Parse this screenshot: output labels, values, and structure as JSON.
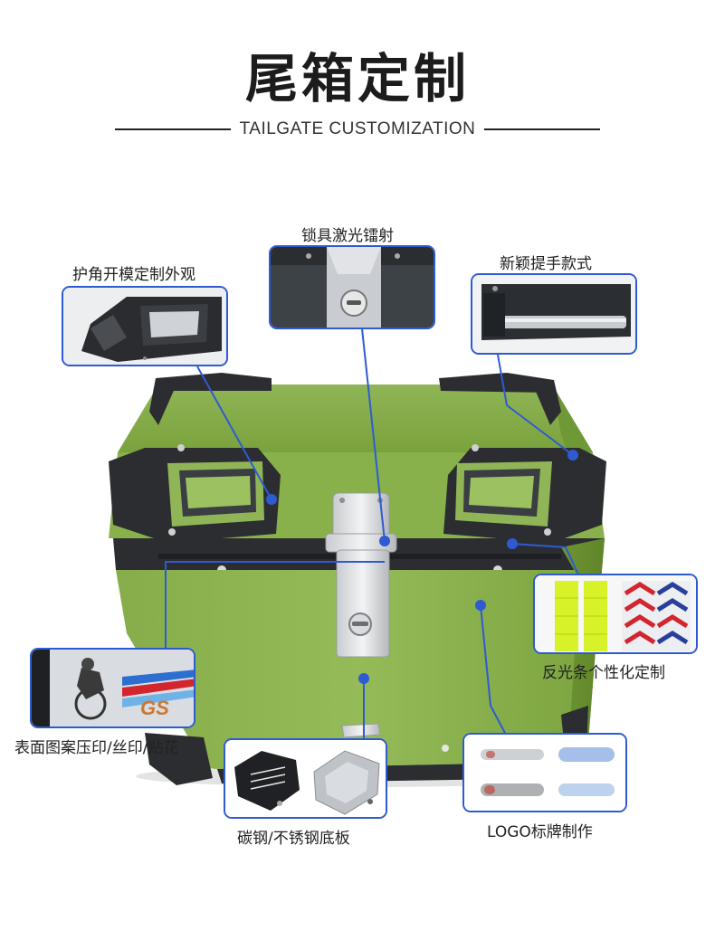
{
  "header": {
    "title": "尾箱定制",
    "subtitle": "TAILGATE CUSTOMIZATION"
  },
  "callouts": {
    "corner": "护角开模定制外观",
    "lock": "锁具激光镭射",
    "handle": "新颖提手款式",
    "reflective": "反光条个性化定制",
    "print": "表面图案压印/丝印/贴花",
    "base": "碳钢/不锈钢底板",
    "logo": "LOGO标牌制作"
  },
  "colors": {
    "accent": "#2f5bd2",
    "box_green": "#7fa843",
    "trim": "#2b2d31"
  }
}
